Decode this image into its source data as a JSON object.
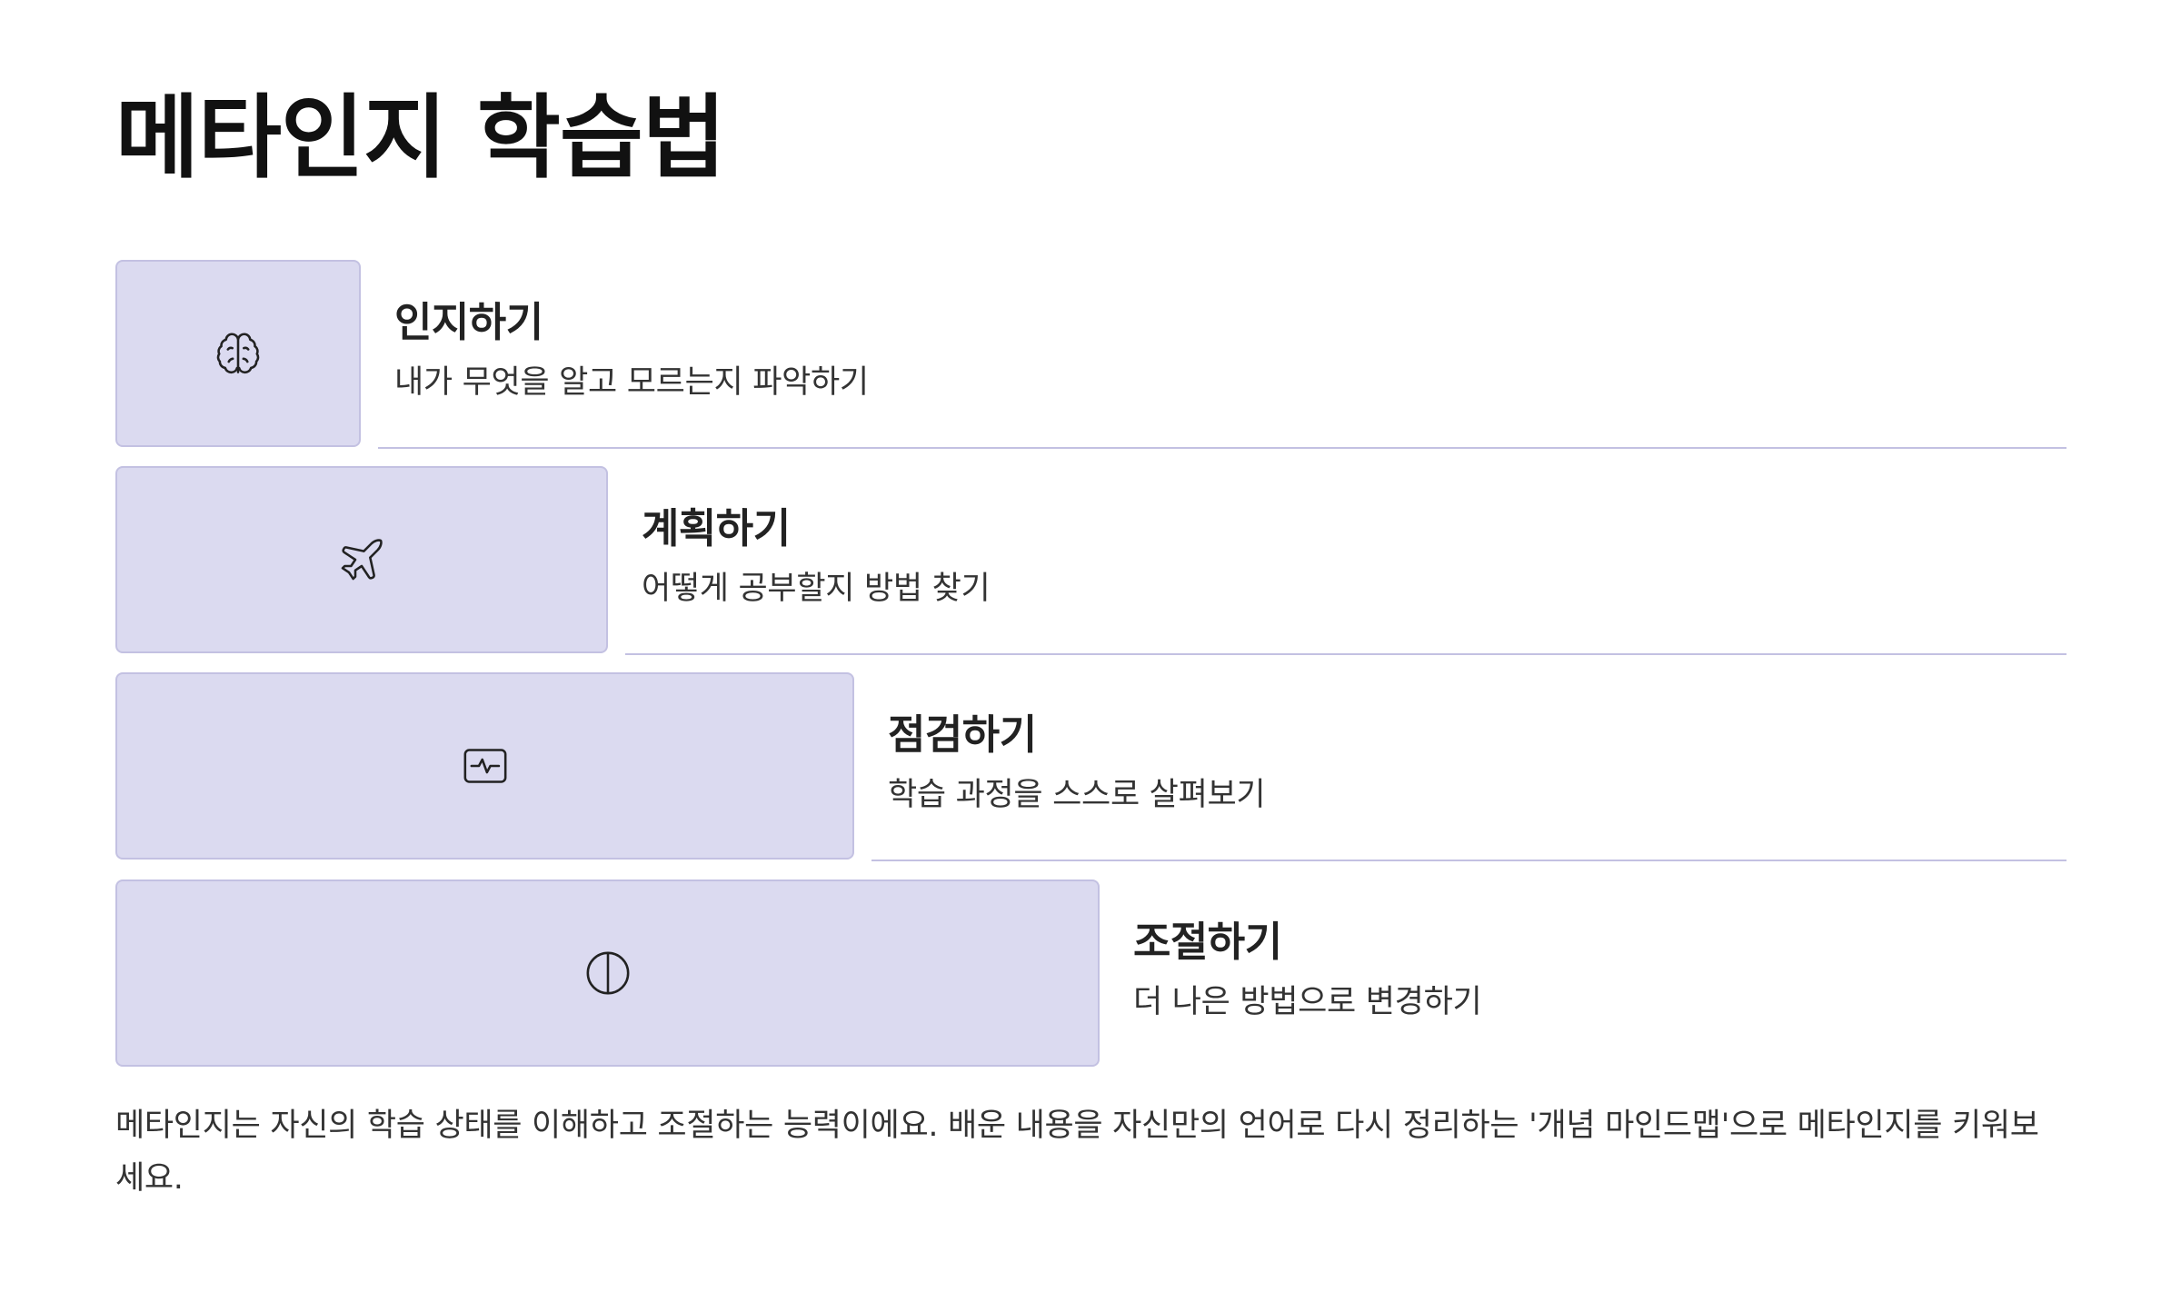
{
  "page": {
    "title": "메타인지 학습법",
    "footnote": "메타인지는 자신의 학습 상태를 이해하고 조절하는 능력이에요. 배운 내용을 자신만의 언어로 다시 정리하는 '개념 마인드맵'으로 메타인지를 키워보세요."
  },
  "steps": [
    {
      "title": "인지하기",
      "description": "내가 무엇을 알고 모르는지 파악하기",
      "icon": "brain-icon"
    },
    {
      "title": "계획하기",
      "description": "어떻게 공부할지 방법 찾기",
      "icon": "plane-icon"
    },
    {
      "title": "점검하기",
      "description": "학습 과정을 스스로 살펴보기",
      "icon": "monitor-pulse-icon"
    },
    {
      "title": "조절하기",
      "description": "더 나은 방법으로 변경하기",
      "icon": "contrast-circle-icon"
    }
  ],
  "colors": {
    "bar_fill": "#dbdaf0",
    "bar_border": "#c3c1e2",
    "rule": "#c3c1e2",
    "title_text": "#111111",
    "body_text": "#333333"
  }
}
